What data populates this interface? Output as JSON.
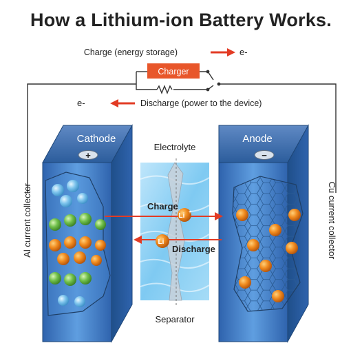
{
  "title": "How a Lithium-ion Battery Works.",
  "circuit": {
    "charge_label": "Charge (energy storage)",
    "charge_electron": "e-",
    "charger_label": "Charger",
    "discharge_label": "Discharge (power to the device)",
    "discharge_electron": "e-"
  },
  "cathode": {
    "label": "Cathode",
    "terminal": "+",
    "collector": "Al current collector"
  },
  "anode": {
    "label": "Anode",
    "terminal": "−",
    "collector": "Cu current collector"
  },
  "electrolyte": {
    "label": "Electrolyte",
    "separator_label": "Separator",
    "charge_label": "Charge",
    "discharge_label": "Discharge",
    "ion_label": "Li",
    "ion_superscript": "+"
  },
  "colors": {
    "arrow_red": "#e23b24",
    "charger_orange": "#e8562a",
    "box_blue": "#3b78c4",
    "ion_orange": "#f08a1e",
    "atom_green": "#6fbf4a",
    "atom_light_blue": "#7cc3ec"
  }
}
